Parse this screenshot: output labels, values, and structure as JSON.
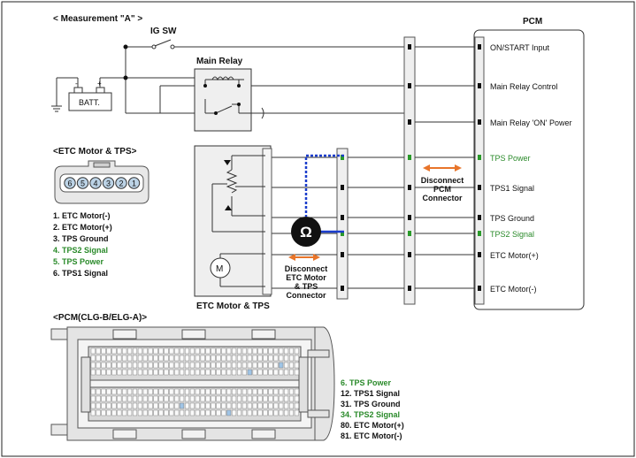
{
  "measurement_title": "< Measurement \"A\" >",
  "ig_sw": "IG SW",
  "main_relay": "Main Relay",
  "batt": "BATT.",
  "batt_minus": "-",
  "batt_plus": "+",
  "pcm_title": "PCM",
  "pcm_pins": [
    {
      "label": "ON/START Input",
      "color": "#111111"
    },
    {
      "label": "Main Relay Control",
      "color": "#111111"
    },
    {
      "label": "Main Relay 'ON' Power",
      "color": "#111111"
    },
    {
      "label": "TPS Power",
      "color": "#2a8a2a"
    },
    {
      "label": "TPS1 Signal",
      "color": "#111111"
    },
    {
      "label": "TPS Ground",
      "color": "#111111"
    },
    {
      "label": "TPS2 Signal",
      "color": "#2a8a2a"
    },
    {
      "label": "ETC Motor(+)",
      "color": "#111111"
    },
    {
      "label": "ETC Motor(-)",
      "color": "#111111"
    }
  ],
  "disconnect_pcm": [
    "Disconnect",
    "PCM",
    "Connector"
  ],
  "disconnect_etc": [
    "Disconnect",
    "ETC Motor",
    "& TPS",
    "Connector"
  ],
  "ohm_symbol": "Ω",
  "etc_title": "<ETC Motor & TPS>",
  "etc_connector_pins": [
    "6",
    "5",
    "4",
    "3",
    "2",
    "1"
  ],
  "etc_list": [
    {
      "text": "1. ETC Motor(-)",
      "color": "#111111"
    },
    {
      "text": "2. ETC Motor(+)",
      "color": "#111111"
    },
    {
      "text": "3. TPS Ground",
      "color": "#111111"
    },
    {
      "text": "4. TPS2 Signal",
      "color": "#2a8a2a"
    },
    {
      "text": "5. TPS Power",
      "color": "#2a8a2a"
    },
    {
      "text": "6. TPS1 Signal",
      "color": "#111111"
    }
  ],
  "etc_block_label": "ETC Motor & TPS",
  "motor_symbol": "M",
  "pcm_conn_title": "<PCM(CLG-B/ELG-A)>",
  "pcm_conn_list": [
    {
      "text": "6. TPS Power",
      "color": "#2a8a2a"
    },
    {
      "text": "12. TPS1 Signal",
      "color": "#111111"
    },
    {
      "text": "31. TPS Ground",
      "color": "#111111"
    },
    {
      "text": "34. TPS2 Signal",
      "color": "#2a8a2a"
    },
    {
      "text": "80. ETC Motor(+)",
      "color": "#111111"
    },
    {
      "text": "81. ETC Motor(-)",
      "color": "#111111"
    }
  ],
  "colors": {
    "probe_blue": "#1a3ccc",
    "arrow_orange": "#e8752a",
    "green": "#2a8a2a"
  }
}
